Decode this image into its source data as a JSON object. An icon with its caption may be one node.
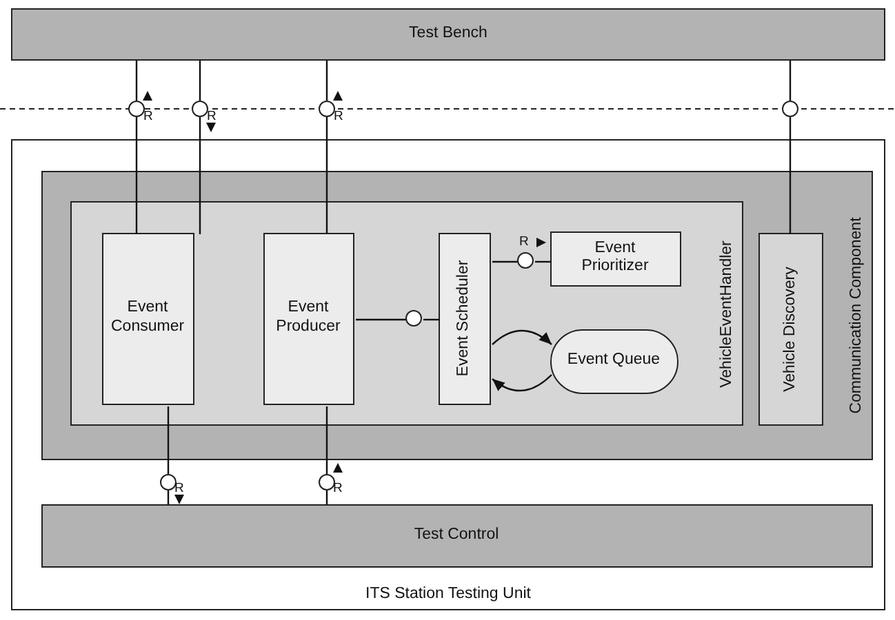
{
  "diagram": {
    "nodes": [
      {
        "text": [
          "Test Bench"
        ]
      },
      {
        "text": [
          "ITS Station Testing Unit"
        ]
      },
      {
        "text": [
          "Communication Component"
        ],
        "in": 1
      },
      {
        "text": [
          "VehicleEventHandler"
        ],
        "in": 2
      },
      {
        "text": [
          "Event Consumer"
        ],
        "in": 3
      },
      {
        "text": [
          "Event Producer"
        ],
        "in": 3
      },
      {
        "text": [
          "Event Scheduler"
        ],
        "in": 3
      },
      {
        "text": [
          "Event Prioritizer"
        ],
        "in": 3
      },
      {
        "text": [
          "Event Queue"
        ],
        "in": 3
      },
      {
        "text": [
          "Vehicle Discovery"
        ],
        "in": 2
      },
      {
        "text": [
          "Test Control"
        ],
        "in": 1
      },
      {
        "text": [],
        "shape": "circle",
        "beside": [
          "R"
        ]
      },
      {
        "text": [],
        "shape": "circle",
        "beside": [
          "R"
        ]
      },
      {
        "text": [],
        "shape": "circle",
        "beside": [
          "R"
        ]
      },
      {
        "text": [],
        "shape": "circle"
      },
      {
        "text": [],
        "shape": "circle",
        "beside": [
          "R"
        ],
        "in": 3
      },
      {
        "text": [],
        "shape": "circle",
        "in": 3
      },
      {
        "text": [],
        "shape": "circle",
        "beside": [
          "R"
        ],
        "in": 1
      },
      {
        "text": [],
        "shape": "circle",
        "beside": [
          "R"
        ],
        "in": 1
      }
    ],
    "edges": [
      {
        "from": 4,
        "to": 11,
        "arrow": "none"
      },
      {
        "from": 11,
        "to": 0,
        "arrow": "none"
      },
      {
        "from": 0,
        "to": 12,
        "arrow": "none"
      },
      {
        "from": 12,
        "to": 4,
        "arrow": "none"
      },
      {
        "from": 5,
        "to": 13,
        "arrow": "none"
      },
      {
        "from": 13,
        "to": 0,
        "arrow": "none"
      },
      {
        "from": 9,
        "to": 14,
        "arrow": "none"
      },
      {
        "from": 14,
        "to": 0,
        "arrow": "none"
      },
      {
        "from": 5,
        "to": 16,
        "arrow": "none"
      },
      {
        "from": 16,
        "to": 6,
        "arrow": "none"
      },
      {
        "from": 6,
        "to": 15,
        "arrow": "none"
      },
      {
        "from": 15,
        "to": 7,
        "arrow": "none"
      },
      {
        "from": 6,
        "to": 8,
        "arrow": "to"
      },
      {
        "from": 8,
        "to": 6,
        "arrow": "to"
      },
      {
        "from": 4,
        "to": 17,
        "arrow": "none"
      },
      {
        "from": 17,
        "to": 10,
        "arrow": "none"
      },
      {
        "from": 10,
        "to": 18,
        "arrow": "none"
      },
      {
        "from": 18,
        "to": 5,
        "arrow": "none"
      }
    ]
  }
}
